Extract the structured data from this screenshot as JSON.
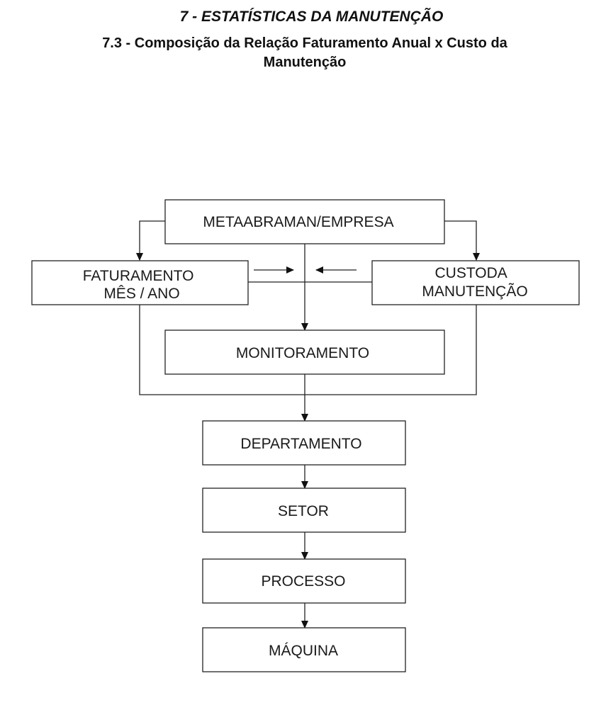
{
  "header": {
    "section_title": "7 - ESTATÍSTICAS DA MANUTENÇÃO",
    "subtitle_line1": "7.3 - Composição da Relação Faturamento Anual x Custo da",
    "subtitle_line2": "Manutenção"
  },
  "diagram": {
    "nodes": {
      "meta": {
        "lines": [
          "METAABRAMAN/EMPRESA"
        ]
      },
      "faturamento": {
        "lines": [
          "FATURAMENTO",
          "MÊS / ANO"
        ]
      },
      "custo": {
        "lines": [
          "CUSTODA",
          "MANUTENÇÃO"
        ]
      },
      "monitoramento": {
        "lines": [
          "MONITORAMENTO"
        ]
      },
      "departamento": {
        "lines": [
          "DEPARTAMENTO"
        ]
      },
      "setor": {
        "lines": [
          "SETOR"
        ]
      },
      "processo": {
        "lines": [
          "PROCESSO"
        ]
      },
      "maquina": {
        "lines": [
          "MÁQUINA"
        ]
      }
    }
  }
}
